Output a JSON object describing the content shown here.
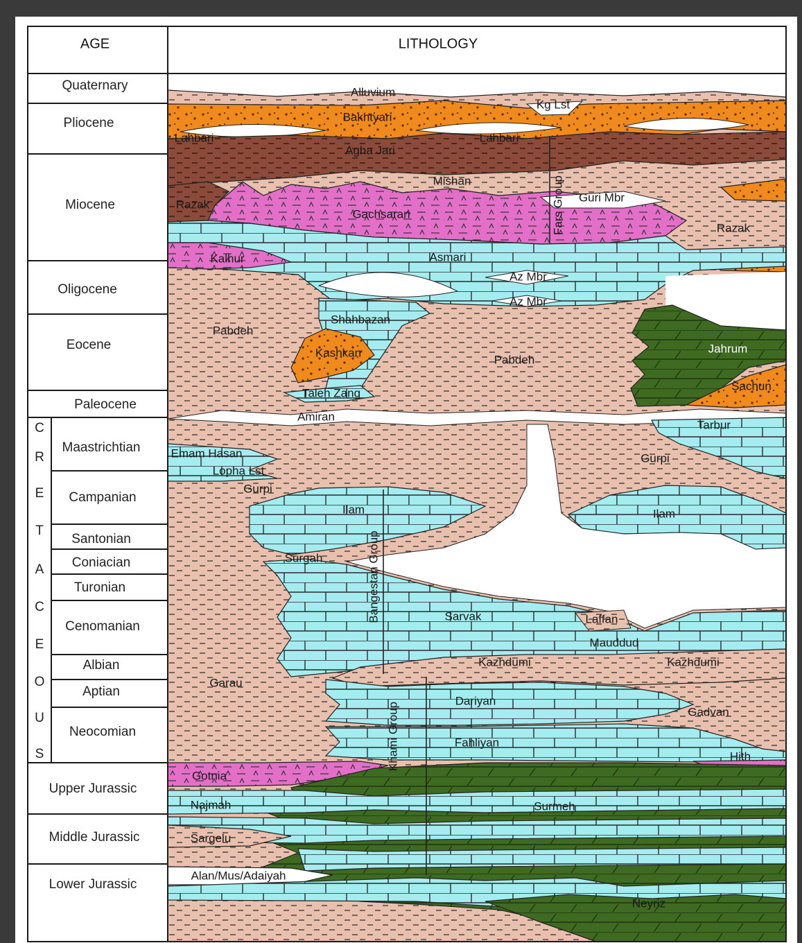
{
  "header": {
    "age": "AGE",
    "lithology": "LITHOLOGY"
  },
  "ages": {
    "quaternary": "Quaternary",
    "pliocene": "Pliocene",
    "miocene": "Miocene",
    "oligocene": "Oligocene",
    "eocene": "Eocene",
    "paleocene": "Paleocene",
    "maastrichtian": "Maastrichtian",
    "campanian": "Campanian",
    "santonian": "Santonian",
    "coniacian": "Coniacian",
    "turonian": "Turonian",
    "cenomanian": "Cenomanian",
    "albian": "Albian",
    "aptian": "Aptian",
    "neocomian": "Neocomian",
    "upper_jurassic": "Upper Jurassic",
    "middle_jurassic": "Middle Jurassic",
    "lower_jurassic": "Lower Jurassic"
  },
  "cretaceous_letters": [
    "C",
    "R",
    "E",
    "T",
    "A",
    "C",
    "E",
    "O",
    "U",
    "S"
  ],
  "formations": {
    "alluvium": "Alluvium",
    "bakhtyari": "Bakhtyari",
    "kg_lst": "Kg Lst",
    "lahbari_left": "Lahbari",
    "lahbari_right": "Lahbari",
    "agha_jari": "Agha Jari",
    "mishan": "Mishan",
    "guri_mbr": "Guri Mbr",
    "razak_left": "Razak",
    "razak_right": "Razak",
    "gachsaran": "Gachsaran",
    "fars_group": "Fars Group",
    "kalhur": "Kalhur",
    "asmari": "Asmari",
    "az_mbr_1": "Az Mbr",
    "az_mbr_2": "Az Mbr",
    "pabdeh_left": "Pabdeh",
    "shahbazan": "Shahbazan",
    "kashkan": "Kashkan",
    "pabdeh_center": "Pabdeh",
    "jahrum": "Jahrum",
    "sachun": "Sachun",
    "taleh_zang": "Taleh Zang",
    "amiran": "Amiran",
    "tarbur": "Tarbur",
    "emam_hasan": "Emam Hasan",
    "lopha_lst": "Lopha Lst",
    "gurpi_right": "Gurpi",
    "gurpi_left": "Gurpi",
    "ilam_left": "Ilam",
    "ilam_right": "Ilam",
    "surgah": "Surgah",
    "bangestan_group": "Bangestan Group",
    "sarvak": "Sarvak",
    "laffan": "Laffan",
    "mauddud": "Mauddud",
    "kazhdumi_center": "Kazhdumi",
    "kazhdumi_right": "Kazhdumi",
    "garau": "Garau",
    "dariyan": "Dariyan",
    "gadvan": "Gadvan",
    "khami_group": "Khami Group",
    "fahliyan": "Fahliyan",
    "hith": "Hith",
    "gotnia": "Gotnia",
    "najmah": "Najmah",
    "surmeh": "Surmeh",
    "sargelu": "Sargelu",
    "alan_mus_adaiyah": "Alan/Mus/Adaiyah",
    "neyriz": "Neyriz"
  },
  "colors": {
    "shale": "#e9bfae",
    "limestone": "#a4ecef",
    "dolomite": "#3f6a21",
    "evaporite": "#e36fc9",
    "conglomerate": "#f08a1c",
    "mudstone": "#8b4a3a",
    "gap": "#ffffff",
    "line": "#1a1a1a"
  }
}
